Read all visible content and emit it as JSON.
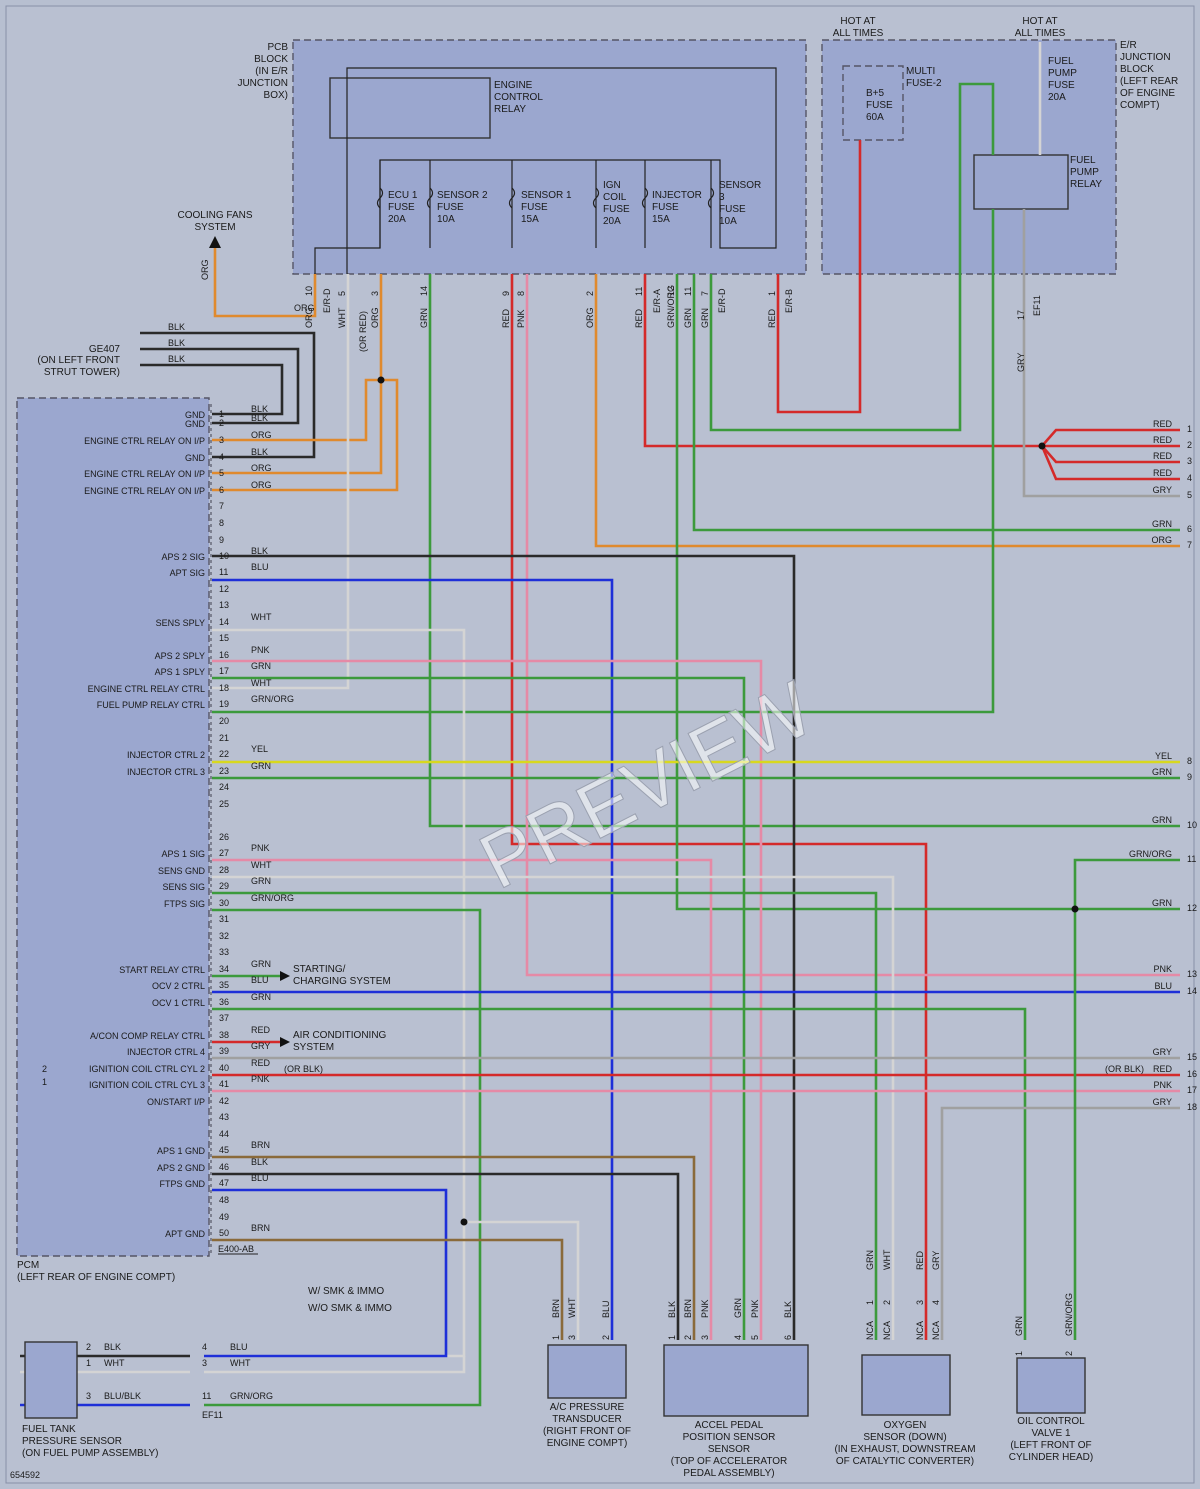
{
  "pcb_block": {
    "lines": [
      "PCB",
      "BLOCK",
      "(IN E/R",
      "JUNCTION",
      "BOX)"
    ]
  },
  "engine_control_relay": {
    "lines": [
      "ENGINE",
      "CONTROL",
      "RELAY"
    ]
  },
  "fuses": [
    {
      "lines": [
        "ECU 1",
        "FUSE",
        "20A"
      ]
    },
    {
      "lines": [
        "SENSOR 2",
        "FUSE",
        "10A"
      ]
    },
    {
      "lines": [
        "SENSOR 1",
        "FUSE",
        "15A"
      ]
    },
    {
      "lines": [
        "IGN",
        "COIL",
        "FUSE",
        "20A"
      ]
    },
    {
      "lines": [
        "INJECTOR",
        "FUSE",
        "15A"
      ]
    },
    {
      "lines": [
        "SENSOR",
        "3",
        "FUSE",
        "10A"
      ]
    }
  ],
  "hot_at_all_times": "HOT AT ALL TIMES",
  "hot_lines": [
    "HOT AT",
    "ALL TIMES"
  ],
  "multi_fuse": {
    "lines": [
      "MULTI",
      "FUSE-2"
    ],
    "fuse": [
      "B+5",
      "FUSE",
      "60A"
    ]
  },
  "junction_block": {
    "lines": [
      "E/R",
      "JUNCTION",
      "BLOCK",
      "(LEFT REAR",
      "OF ENGINE",
      "COMPT)"
    ]
  },
  "fuel_pump_fuse": {
    "lines": [
      "FUEL",
      "PUMP",
      "FUSE",
      "20A"
    ]
  },
  "fuel_pump_relay": {
    "lines": [
      "FUEL",
      "PUMP",
      "RELAY"
    ]
  },
  "cooling_fans": {
    "lines": [
      "COOLING FANS",
      "SYSTEM"
    ]
  },
  "ground": {
    "name": "GE407",
    "location": "(ON LEFT FRONT",
    "location2": "STRUT TOWER)"
  },
  "pcm_label": "PCM",
  "pcm_location": "(LEFT REAR OF ENGINE COMPT)",
  "pcm_connector": "E400-AB",
  "pcm_pins": [
    {
      "n": "1",
      "sig": "GND",
      "wire": "BLK"
    },
    {
      "n": "2",
      "sig": "GND",
      "wire": "BLK"
    },
    {
      "n": "3",
      "sig": "ENGINE CTRL RELAY ON I/P",
      "wire": "ORG"
    },
    {
      "n": "4",
      "sig": "GND",
      "wire": "BLK"
    },
    {
      "n": "5",
      "sig": "ENGINE CTRL RELAY ON I/P",
      "wire": "ORG"
    },
    {
      "n": "6",
      "sig": "ENGINE CTRL RELAY ON I/P",
      "wire": "ORG"
    },
    {
      "n": "7",
      "sig": "",
      "wire": ""
    },
    {
      "n": "8",
      "sig": "",
      "wire": ""
    },
    {
      "n": "9",
      "sig": "",
      "wire": ""
    },
    {
      "n": "10",
      "sig": "APS 2 SIG",
      "wire": "BLK"
    },
    {
      "n": "11",
      "sig": "APT SIG",
      "wire": "BLU"
    },
    {
      "n": "12",
      "sig": "",
      "wire": ""
    },
    {
      "n": "13",
      "sig": "",
      "wire": ""
    },
    {
      "n": "14",
      "sig": "SENS SPLY",
      "wire": "WHT"
    },
    {
      "n": "15",
      "sig": "",
      "wire": ""
    },
    {
      "n": "16",
      "sig": "APS 2 SPLY",
      "wire": "PNK"
    },
    {
      "n": "17",
      "sig": "APS 1 SPLY",
      "wire": "GRN"
    },
    {
      "n": "18",
      "sig": "ENGINE CTRL RELAY CTRL",
      "wire": "WHT"
    },
    {
      "n": "19",
      "sig": "FUEL PUMP RELAY CTRL",
      "wire": "GRN/ORG"
    },
    {
      "n": "20",
      "sig": "",
      "wire": ""
    },
    {
      "n": "21",
      "sig": "",
      "wire": ""
    },
    {
      "n": "22",
      "sig": "INJECTOR CTRL 2",
      "wire": "YEL"
    },
    {
      "n": "23",
      "sig": "INJECTOR CTRL 3",
      "wire": "GRN"
    },
    {
      "n": "24",
      "sig": "",
      "wire": ""
    },
    {
      "n": "25",
      "sig": "",
      "wire": ""
    },
    {
      "n": "26",
      "sig": "",
      "wire": ""
    },
    {
      "n": "27",
      "sig": "APS 1 SIG",
      "wire": "PNK"
    },
    {
      "n": "28",
      "sig": "SENS GND",
      "wire": "WHT"
    },
    {
      "n": "29",
      "sig": "SENS SIG",
      "wire": "GRN"
    },
    {
      "n": "30",
      "sig": "FTPS SIG",
      "wire": "GRN/ORG"
    },
    {
      "n": "31",
      "sig": "",
      "wire": ""
    },
    {
      "n": "32",
      "sig": "",
      "wire": ""
    },
    {
      "n": "33",
      "sig": "",
      "wire": ""
    },
    {
      "n": "34",
      "sig": "START RELAY CTRL",
      "wire": "GRN"
    },
    {
      "n": "35",
      "sig": "OCV 2 CTRL",
      "wire": "BLU"
    },
    {
      "n": "36",
      "sig": "OCV 1 CTRL",
      "wire": "GRN"
    },
    {
      "n": "37",
      "sig": "",
      "wire": ""
    },
    {
      "n": "38",
      "sig": "A/CON COMP RELAY CTRL",
      "wire": "RED"
    },
    {
      "n": "39",
      "sig": "INJECTOR CTRL 4",
      "wire": "GRY"
    },
    {
      "n": "40",
      "sig": "IGNITION COIL CTRL CYL 2",
      "wire": "RED"
    },
    {
      "n": "41",
      "sig": "IGNITION COIL CTRL CYL 3",
      "wire": "PNK"
    },
    {
      "n": "42",
      "sig": "ON/START I/P",
      "wire": ""
    },
    {
      "n": "43",
      "sig": "",
      "wire": ""
    },
    {
      "n": "44",
      "sig": "",
      "wire": ""
    },
    {
      "n": "45",
      "sig": "APS 1 GND",
      "wire": "BRN"
    },
    {
      "n": "46",
      "sig": "APS 2 GND",
      "wire": "BLK"
    },
    {
      "n": "47",
      "sig": "FTPS GND",
      "wire": "BLU"
    },
    {
      "n": "48",
      "sig": "",
      "wire": ""
    },
    {
      "n": "49",
      "sig": "",
      "wire": ""
    },
    {
      "n": "50",
      "sig": "APT GND",
      "wire": "BRN"
    }
  ],
  "or_blk": "(OR BLK)",
  "or_red": "(OR RED)",
  "starting_system": [
    "STARTING/",
    "CHARGING SYSTEM"
  ],
  "ac_system": [
    "AIR CONDITIONING",
    "SYSTEM"
  ],
  "variant_notes": [
    "W/ SMK & IMMO",
    "W/O SMK & IMMO"
  ],
  "right_exits": [
    {
      "n": "1",
      "wire": "RED"
    },
    {
      "n": "2",
      "wire": "RED"
    },
    {
      "n": "3",
      "wire": "RED"
    },
    {
      "n": "4",
      "wire": "RED"
    },
    {
      "n": "5",
      "wire": "GRY"
    },
    {
      "n": "6",
      "wire": "GRN"
    },
    {
      "n": "7",
      "wire": "ORG"
    },
    {
      "n": "8",
      "wire": "YEL"
    },
    {
      "n": "9",
      "wire": "GRN"
    },
    {
      "n": "10",
      "wire": "GRN"
    },
    {
      "n": "11",
      "wire": "GRN/ORG"
    },
    {
      "n": "12",
      "wire": "GRN"
    },
    {
      "n": "13",
      "wire": "PNK"
    },
    {
      "n": "14",
      "wire": "BLU"
    },
    {
      "n": "15",
      "wire": "GRY"
    },
    {
      "n": "16",
      "wire": "RED"
    },
    {
      "n": "17",
      "wire": "PNK"
    },
    {
      "n": "18",
      "wire": "GRY"
    }
  ],
  "top_pins": [
    {
      "n": "10",
      "wire": "ORG"
    },
    {
      "n": "5",
      "wire": "WHT"
    },
    {
      "n": "3",
      "wire": "ORG"
    },
    {
      "n": "14",
      "wire": "GRN"
    },
    {
      "n": "9",
      "wire": "RED"
    },
    {
      "n": "8",
      "wire": "PNK"
    },
    {
      "n": "2",
      "wire": "ORG"
    },
    {
      "n": "11",
      "wire": "RED"
    },
    {
      "n": "12",
      "wire": "GRN/ORG"
    },
    {
      "n": "11",
      "wire": "GRN"
    },
    {
      "n": "7",
      "wire": "GRN"
    },
    {
      "n": "1",
      "wire": "RED"
    }
  ],
  "er_labels": [
    "E/R-D",
    "E/R-A",
    "E/R-D",
    "E/R-B"
  ],
  "ef11": "EF11",
  "fuel_tank_sensor": {
    "lines": [
      "FUEL TANK",
      "PRESSURE SENSOR",
      "(ON FUEL PUMP ASSEMBLY)"
    ],
    "pins": [
      {
        "n": "2",
        "wire": "BLK"
      },
      {
        "n": "1",
        "wire": "WHT"
      },
      {
        "n": "3",
        "wire": "BLU/BLK"
      }
    ],
    "conn_pins": [
      {
        "n": "4",
        "wire": "BLU"
      },
      {
        "n": "3",
        "wire": "WHT"
      },
      {
        "n": "11",
        "wire": "GRN/ORG"
      }
    ]
  },
  "ac_transducer": {
    "lines": [
      "A/C PRESSURE",
      "TRANSDUCER",
      "(RIGHT FRONT OF",
      "ENGINE COMPT)"
    ],
    "pins": [
      {
        "n": "1",
        "wire": "BRN"
      },
      {
        "n": "3",
        "wire": "WHT"
      },
      {
        "n": "2",
        "wire": "BLU"
      }
    ]
  },
  "accel_pedal": {
    "lines": [
      "ACCEL PEDAL",
      "POSITION SENSOR",
      "SENSOR",
      "(TOP OF ACCELERATOR",
      "PEDAL ASSEMBLY)"
    ],
    "pins": [
      {
        "n": "1",
        "wire": "BLK"
      },
      {
        "n": "2",
        "wire": "BRN"
      },
      {
        "n": "3",
        "wire": "PNK"
      },
      {
        "n": "4",
        "wire": "GRN"
      },
      {
        "n": "5",
        "wire": "PNK"
      },
      {
        "n": "6",
        "wire": "BLK"
      }
    ]
  },
  "oxygen_sensor": {
    "lines": [
      "OXYGEN",
      "SENSOR (DOWN)",
      "(IN EXHAUST, DOWNSTREAM",
      "OF CATALYTIC CONVERTER)"
    ],
    "pins": [
      {
        "n": "1",
        "wire": "GRN",
        "c": "NCA"
      },
      {
        "n": "2",
        "wire": "WHT",
        "c": "NCA"
      },
      {
        "n": "3",
        "wire": "RED",
        "c": "NCA"
      },
      {
        "n": "4",
        "wire": "GRY",
        "c": "NCA"
      }
    ]
  },
  "ocv": {
    "lines": [
      "OIL CONTROL",
      "VALVE 1",
      "(LEFT FRONT OF",
      "CYLINDER HEAD)"
    ],
    "pins": [
      {
        "n": "1",
        "wire": "GRN"
      },
      {
        "n": "2",
        "wire": "GRN/ORG"
      }
    ]
  },
  "diagram_id": "654592",
  "watermark": "PREVIEW",
  "colors": {
    "ORG": "#e08a2e",
    "RED": "#d42a2a",
    "GRN": "#3c9a3c",
    "BLU": "#1e2fd8",
    "BLK": "#2a2a2a",
    "WHT": "#d4d4d4",
    "PNK": "#e58aa6",
    "YEL": "#d8d81e",
    "GRY": "#a0a0a0",
    "BRN": "#8a6a3a",
    "GRN/ORG": "#5aa040"
  }
}
